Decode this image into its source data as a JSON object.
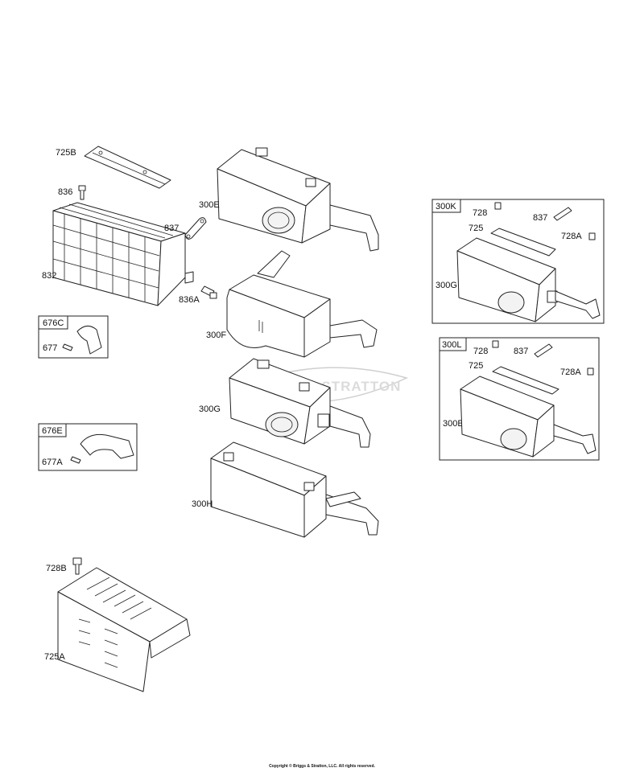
{
  "watermark": "BRIGGS & STRATTON",
  "copyright": "Copyright © Briggs & Stratton, LLC. All rights reserved.",
  "labels": {
    "l725B": "725B",
    "l836": "836",
    "l832": "832",
    "l837": "837",
    "l836A": "836A",
    "l300E": "300E",
    "l300F": "300F",
    "l300G": "300G",
    "l300H": "300H",
    "l676C": "676C",
    "l677": "677",
    "l676E": "676E",
    "l677A": "677A",
    "l728B": "728B",
    "l725A": "725A"
  },
  "box_300K": {
    "title": "300K",
    "l728": "728",
    "l837": "837",
    "l725": "725",
    "l728A": "728A",
    "l300G": "300G"
  },
  "box_300L": {
    "title": "300L",
    "l728": "728",
    "l837": "837",
    "l725": "725",
    "l728A": "728A",
    "l300E": "300E"
  }
}
